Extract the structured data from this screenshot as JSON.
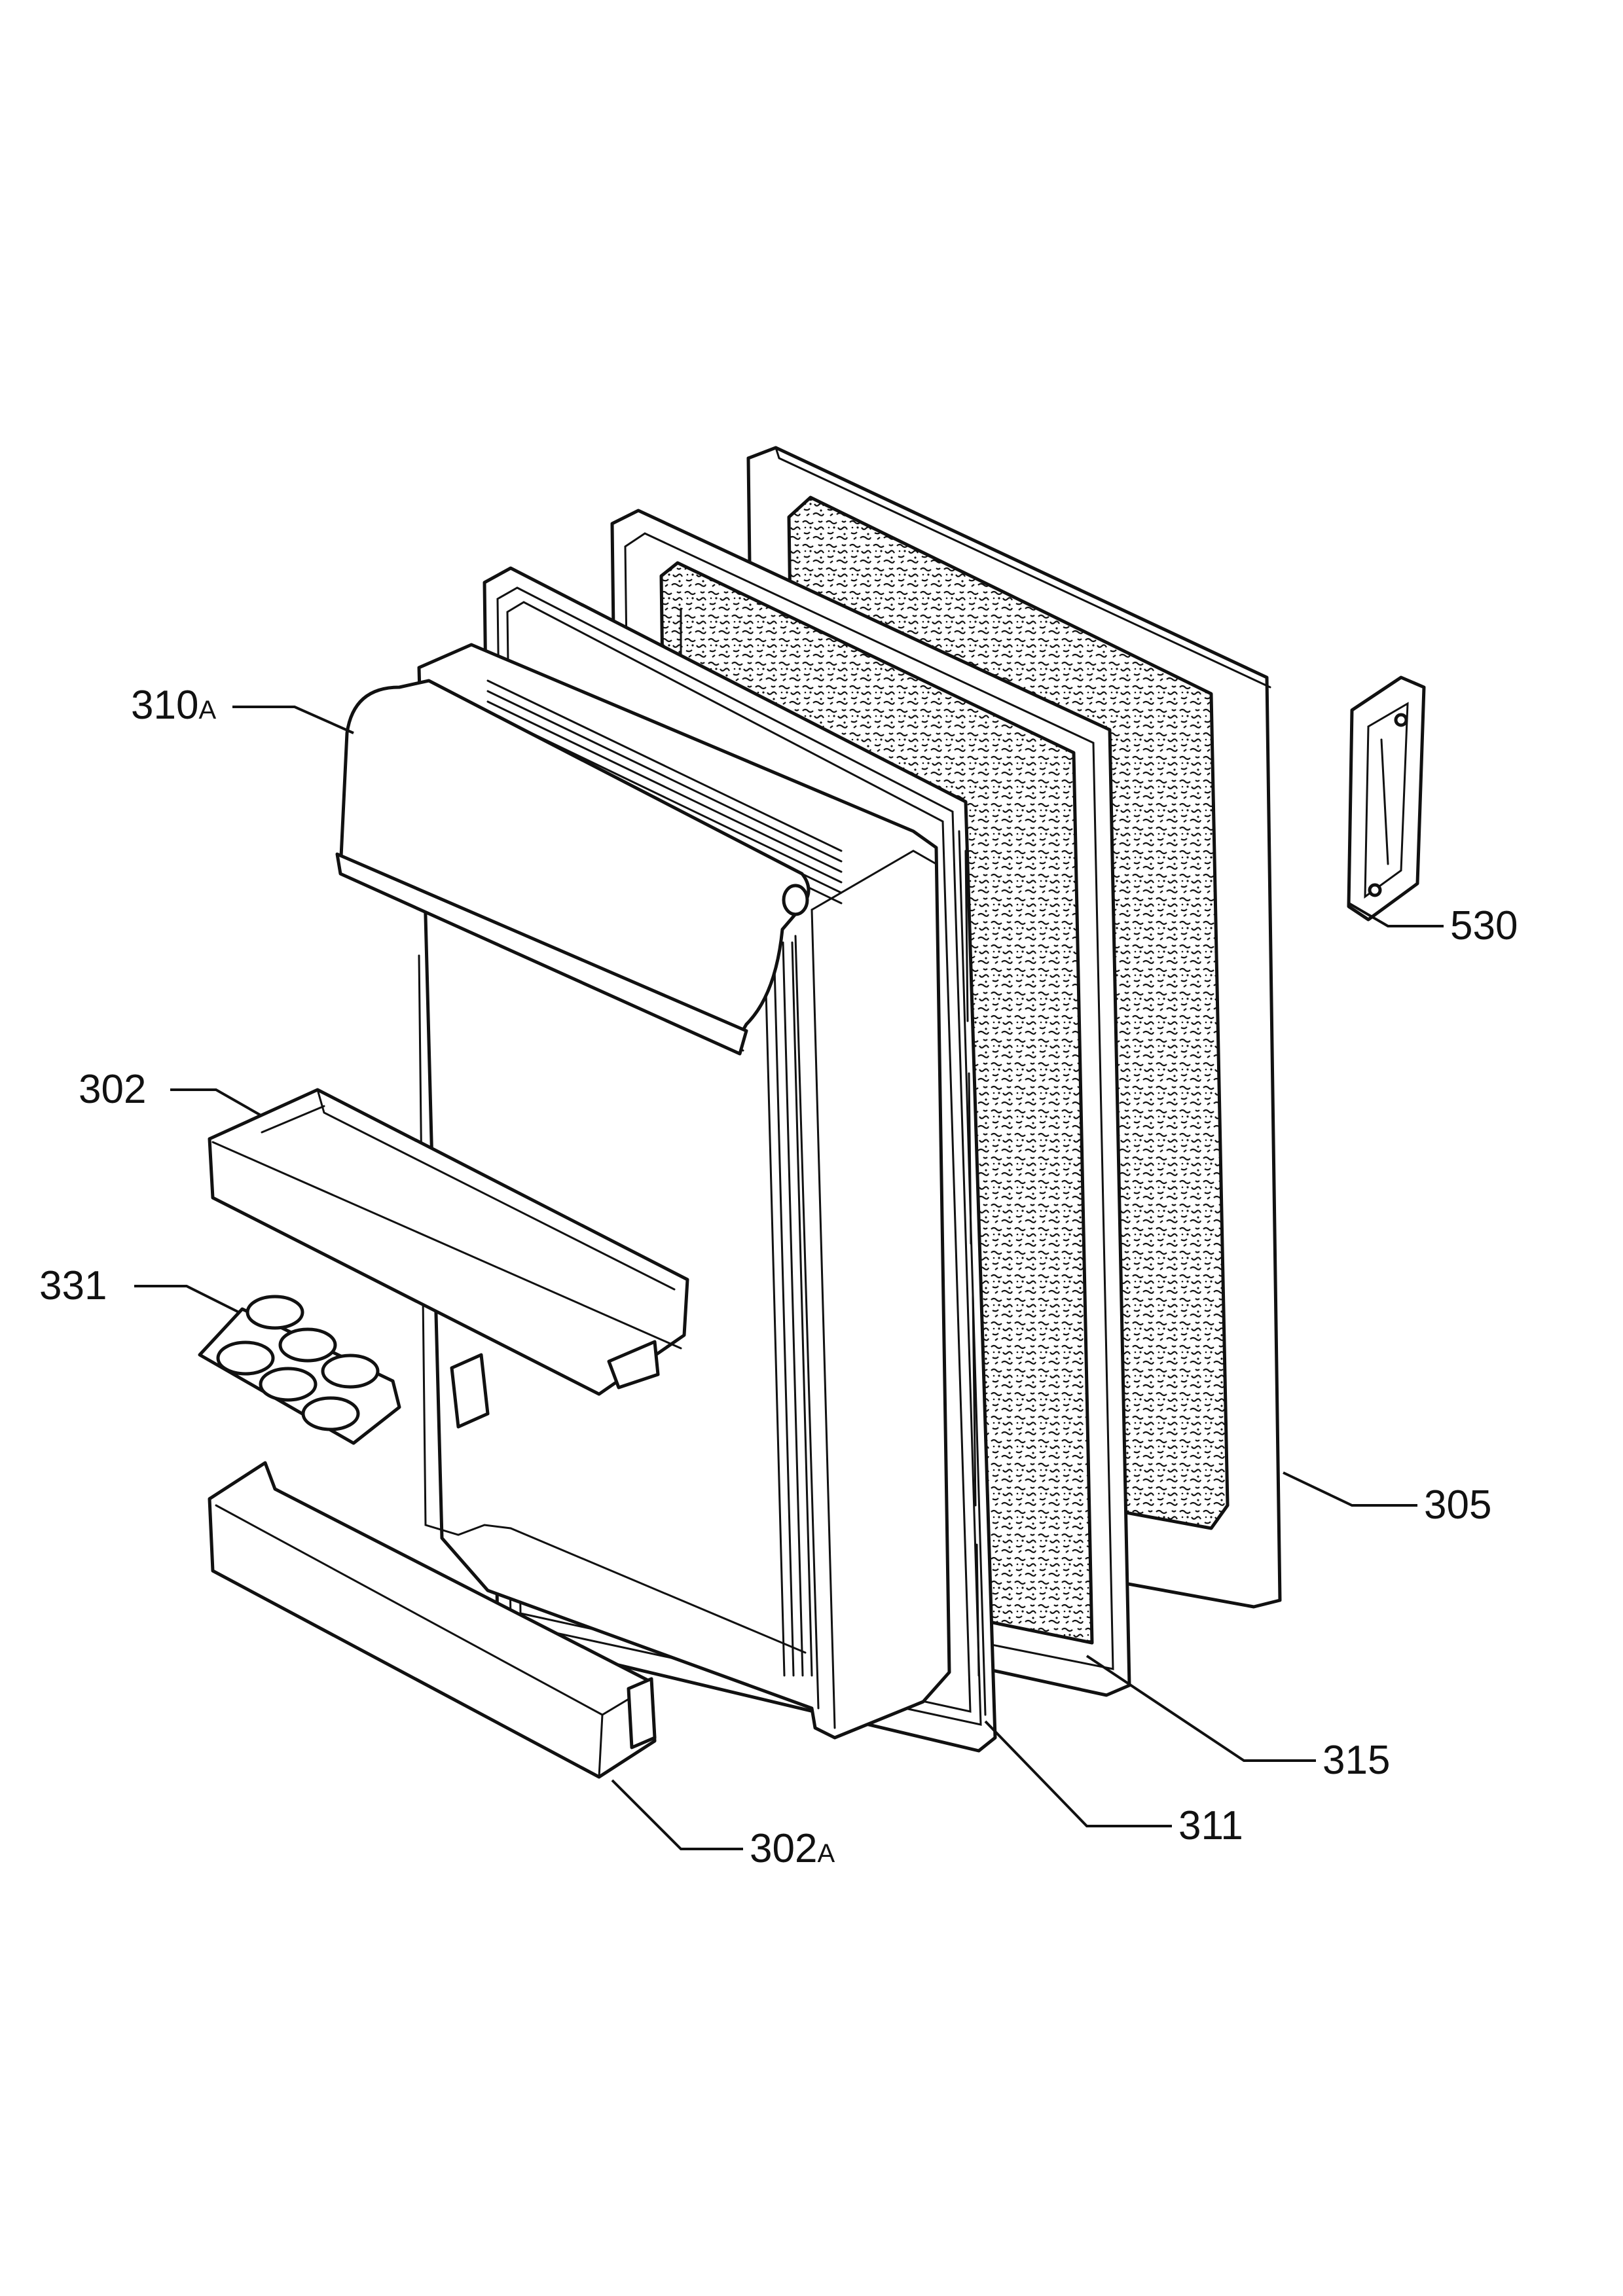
{
  "callouts": {
    "door_bin_upper": {
      "number": "310",
      "suffix": "A"
    },
    "door_shelf": {
      "number": "302",
      "suffix": ""
    },
    "egg_tray": {
      "number": "331",
      "suffix": ""
    },
    "door_bin_lower": {
      "number": "302",
      "suffix": "A"
    },
    "handle": {
      "number": "530",
      "suffix": ""
    },
    "outer_panel": {
      "number": "305",
      "suffix": ""
    },
    "insulation": {
      "number": "315",
      "suffix": ""
    },
    "gasket": {
      "number": "311",
      "suffix": ""
    }
  }
}
